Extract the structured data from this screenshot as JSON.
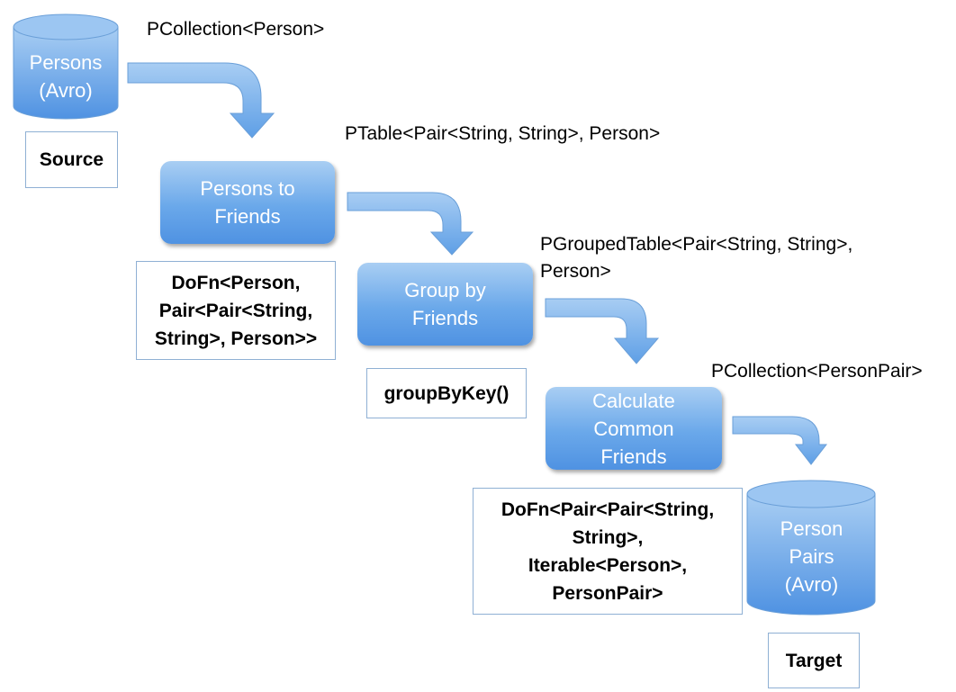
{
  "source": {
    "db_lines": [
      "Persons",
      "(Avro)"
    ],
    "note": "Source"
  },
  "target": {
    "db_lines": [
      "Person",
      "Pairs",
      "(Avro)"
    ],
    "note": "Target"
  },
  "types": {
    "t1": "PCollection<Person>",
    "t2": "PTable<Pair<String, String>, Person>",
    "t3": "PGroupedTable<Pair<String, String>, Person>",
    "t4": "PCollection<PersonPair>"
  },
  "steps": {
    "s1": [
      "Persons to",
      "Friends"
    ],
    "s2": [
      "Group by",
      "Friends"
    ],
    "s3": [
      "Calculate",
      "Common",
      "Friends"
    ]
  },
  "notes": {
    "n1": [
      "DoFn<Person,",
      "Pair<Pair<String,",
      "String>, Person>>"
    ],
    "n2": [
      "groupByKey()"
    ],
    "n3": [
      "DoFn<Pair<Pair<String,",
      "String>,",
      "Iterable<Person>,",
      "PersonPair>"
    ]
  },
  "colors": {
    "step_fill_top": "#a9cef3",
    "step_fill_bottom": "#4f92e2",
    "arrow_fill": "#7fb3ec",
    "note_border": "#8fb0d4"
  }
}
